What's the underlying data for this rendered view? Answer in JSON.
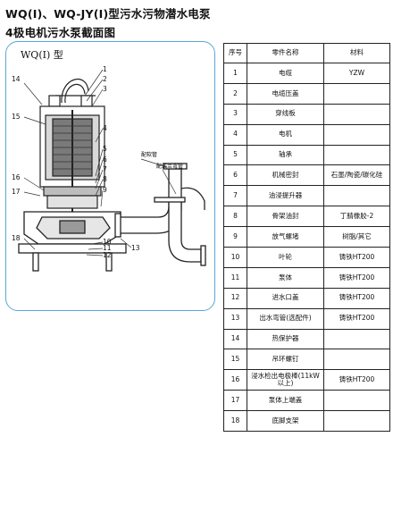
{
  "title_line1": "WQ(I)、WQ-JY(I)型污水污物潜水电泵",
  "title_line2": "4极电机污水泵截面图",
  "diagram": {
    "label": "WQ(I) 型",
    "callout_pipe": "配软管",
    "callout_flange": "配法兰弯管",
    "numbers": [
      "1",
      "2",
      "3",
      "4",
      "5",
      "6",
      "7",
      "8",
      "9",
      "10",
      "11",
      "12",
      "13",
      "14",
      "15",
      "16",
      "17",
      "18"
    ]
  },
  "table": {
    "headers": [
      "序号",
      "零件名称",
      "材料"
    ],
    "rows": [
      {
        "no": "1",
        "name": "电缆",
        "material": "YZW"
      },
      {
        "no": "2",
        "name": "电缆压盖",
        "material": ""
      },
      {
        "no": "3",
        "name": "穿线板",
        "material": ""
      },
      {
        "no": "4",
        "name": "电机",
        "material": ""
      },
      {
        "no": "5",
        "name": "轴承",
        "material": ""
      },
      {
        "no": "6",
        "name": "机械密封",
        "material": "石墨/陶瓷/碳化硅"
      },
      {
        "no": "7",
        "name": "油浸提升器",
        "material": ""
      },
      {
        "no": "8",
        "name": "骨架油封",
        "material": "丁腈橡胶-2"
      },
      {
        "no": "9",
        "name": "放气螺堵",
        "material": "树脂/其它"
      },
      {
        "no": "10",
        "name": "叶轮",
        "material": "铸铁HT200"
      },
      {
        "no": "11",
        "name": "泵体",
        "material": "铸铁HT200"
      },
      {
        "no": "12",
        "name": "进水口盖",
        "material": "铸铁HT200"
      },
      {
        "no": "13",
        "name": "出水弯管(选配件)",
        "material": "铸铁HT200"
      },
      {
        "no": "14",
        "name": "热保护器",
        "material": ""
      },
      {
        "no": "15",
        "name": "吊环螺钉",
        "material": ""
      },
      {
        "no": "16",
        "name": "浸水检出电极棒(11kW以上)",
        "material": "铸铁HT200"
      },
      {
        "no": "17",
        "name": "泵体上端盖",
        "material": ""
      },
      {
        "no": "18",
        "name": "底脚支架",
        "material": ""
      }
    ]
  }
}
